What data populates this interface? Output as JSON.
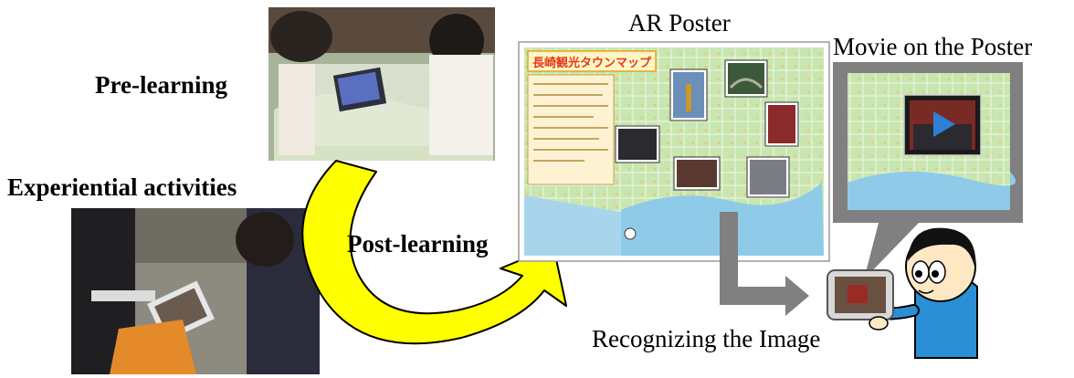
{
  "labels": {
    "pre_learning": "Pre-learning",
    "experiential_activities": "Experiential activities",
    "post_learning": "Post-learning",
    "ar_poster": "AR Poster",
    "movie_on_poster": "Movie on the Poster",
    "recognizing_image": "Recognizing the Image"
  },
  "poster": {
    "title": "長崎観光タウンマップ"
  },
  "colors": {
    "cycle_arrow_fill": "#ffff00",
    "flow_arrow_fill": "#808080",
    "bubble_fill": "#808080",
    "map_green": "#bfe3a6",
    "map_water": "#8fcbe8",
    "poster_title": "#e23b1a",
    "character_shirt": "#2b8fd6"
  },
  "icons": [
    "play-icon",
    "tablet-icon",
    "cartoon-person-icon"
  ]
}
